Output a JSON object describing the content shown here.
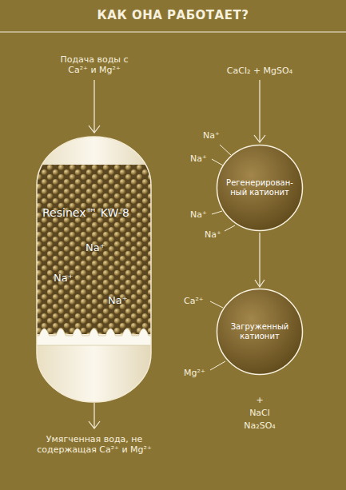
{
  "diagram": {
    "title": "КАК ОНА РАБОТАЕТ?",
    "nodes": [
      {
        "text": [
          "Resinex™ KW-8",
          "Na⁺",
          "Na⁺",
          "Na⁺"
        ]
      },
      {
        "text": [
          "Регенерирован-ный катионит"
        ]
      },
      {
        "text": [
          "Загруженный катионит"
        ]
      }
    ],
    "edges": [
      {
        "from": 1,
        "to": 2,
        "arrow": "to"
      }
    ],
    "labels": [
      "Подача воды с Ca²⁺ и Mg²⁺",
      "Умягченная вода, не содержащая Ca²⁺ и Mg²⁺",
      "CaCl₂ + MgSO₄",
      "Na⁺",
      "Na⁺",
      "Na⁺",
      "Na⁺",
      "Ca²⁺",
      "Mg²⁺",
      "+",
      "NaCl",
      "Na₂SO₄"
    ]
  }
}
